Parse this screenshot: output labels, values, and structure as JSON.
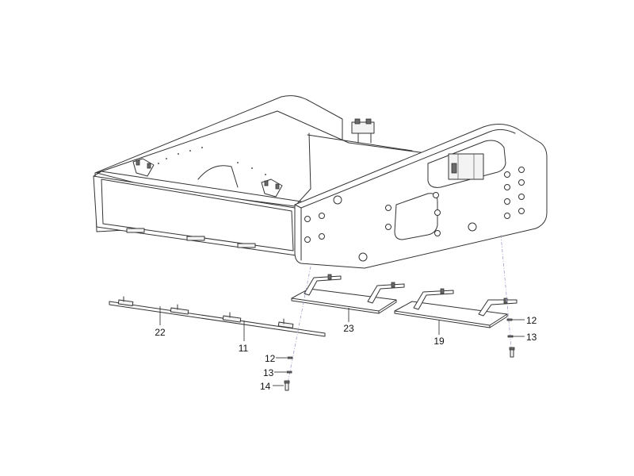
{
  "callouts": [
    {
      "id": "c22",
      "label": "22"
    },
    {
      "id": "c11",
      "label": "11"
    },
    {
      "id": "c23",
      "label": "23"
    },
    {
      "id": "c19",
      "label": "19"
    },
    {
      "id": "c12a",
      "label": "12"
    },
    {
      "id": "c13a",
      "label": "13"
    },
    {
      "id": "c14",
      "label": "14"
    },
    {
      "id": "c12b",
      "label": "12"
    },
    {
      "id": "c13b",
      "label": "13"
    }
  ]
}
